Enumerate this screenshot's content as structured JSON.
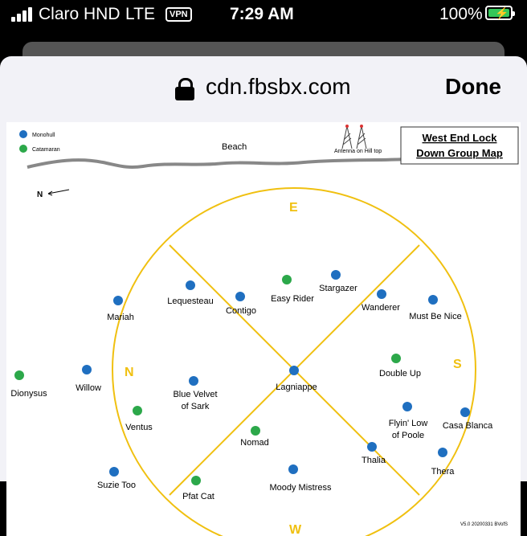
{
  "status_bar": {
    "carrier": "Claro HND",
    "network": "LTE",
    "vpn": "VPN",
    "time": "7:29 AM",
    "battery": "100%",
    "battery_color": "#34c759"
  },
  "browser": {
    "url": "cdn.fbsbx.com",
    "done_label": "Done",
    "lock_icon": "lock-icon"
  },
  "map": {
    "title_line1": "West End Lock",
    "title_line2": "Down Group Map",
    "legend": [
      {
        "label": "Monohull",
        "color": "#1f6fc0"
      },
      {
        "label": "Catamaran",
        "color": "#2ca84a"
      }
    ],
    "beach_label": "Beach",
    "antenna_label": "Antenna on Hill top",
    "north_label": "N",
    "directions": {
      "east": "E",
      "south": "S",
      "west": "W",
      "north": "N"
    },
    "direction_color": "#f0c010",
    "version": "V5.0  20200331  BVofS",
    "boats": [
      {
        "name": "Mariah",
        "type": "monohull"
      },
      {
        "name": "Lequesteau",
        "type": "monohull"
      },
      {
        "name": "Contigo",
        "type": "monohull"
      },
      {
        "name": "Easy Rider",
        "type": "catamaran"
      },
      {
        "name": "Stargazer",
        "type": "monohull"
      },
      {
        "name": "Wanderer",
        "type": "monohull"
      },
      {
        "name": "Must Be Nice",
        "type": "monohull"
      },
      {
        "name": "Dionysus",
        "type": "catamaran"
      },
      {
        "name": "Willow",
        "type": "monohull"
      },
      {
        "name": "Blue Velvet",
        "name2": "of Sark",
        "type": "monohull"
      },
      {
        "name": "Lagniappe",
        "type": "monohull"
      },
      {
        "name": "Double Up",
        "type": "catamaran"
      },
      {
        "name": "Ventus",
        "type": "catamaran"
      },
      {
        "name": "Flyin' Low",
        "name2": "of Poole",
        "type": "monohull"
      },
      {
        "name": "Casa Blanca",
        "type": "monohull"
      },
      {
        "name": "Nomad",
        "type": "catamaran"
      },
      {
        "name": "Thalia",
        "type": "monohull"
      },
      {
        "name": "Thera",
        "type": "monohull"
      },
      {
        "name": "Suzie Too",
        "type": "monohull"
      },
      {
        "name": "Pfat Cat",
        "type": "catamaran"
      },
      {
        "name": "Moody Mistress",
        "type": "monohull"
      }
    ]
  }
}
